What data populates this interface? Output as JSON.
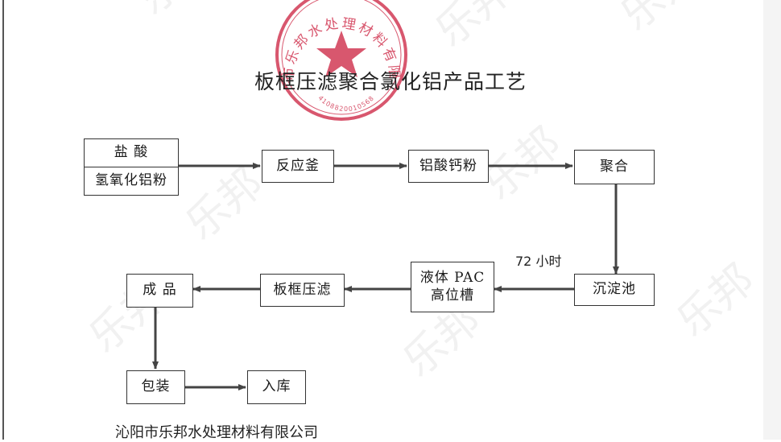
{
  "title": "板框压滤聚合氯化铝产品工艺",
  "footer": "沁阳市乐邦水处理材料有限公司",
  "edge_label": "72 小时",
  "seal": {
    "ring_text": "沁阳市乐邦水处理材料有限公司",
    "code": "4108820010568",
    "color": "#d23a55"
  },
  "watermark": {
    "text": "乐邦",
    "color": "#e6e6e6"
  },
  "nodes": {
    "hcl": "盐 酸",
    "al_powder": "氢氧化铝粉",
    "reactor": "反应釜",
    "calcium_aluminate": "铝酸钙粉",
    "polymerize": "聚合",
    "settling": "沉淀池",
    "tank_line1": "液体 PAC",
    "tank_line2": "高位槽",
    "filter_press": "板框压滤",
    "product": "成 品",
    "pack": "包装",
    "warehouse": "入库"
  },
  "edges": [
    [
      "raw-materials",
      "reactor"
    ],
    [
      "reactor",
      "calcium-aluminate"
    ],
    [
      "calcium-aluminate",
      "polymerize"
    ],
    [
      "polymerize",
      "settling"
    ],
    [
      "settling",
      "tank"
    ],
    [
      "tank",
      "filter-press"
    ],
    [
      "filter-press",
      "product"
    ],
    [
      "product",
      "pack"
    ],
    [
      "pack",
      "warehouse"
    ]
  ]
}
